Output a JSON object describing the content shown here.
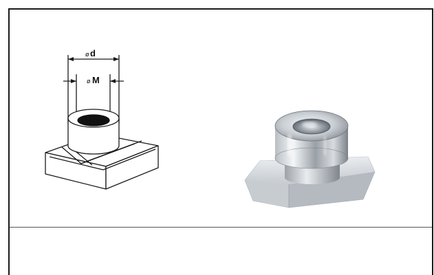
{
  "drawing": {
    "outer_dimension": {
      "symbol": "ø",
      "label": "d"
    },
    "inner_dimension": {
      "symbol": "ø",
      "label": "M"
    }
  },
  "photo": {
    "subject": "t-slot-nut-photo"
  },
  "colors": {
    "line": "#1a1a1a",
    "metal_light": "#e8ebef",
    "metal_dark": "#8a9097"
  }
}
